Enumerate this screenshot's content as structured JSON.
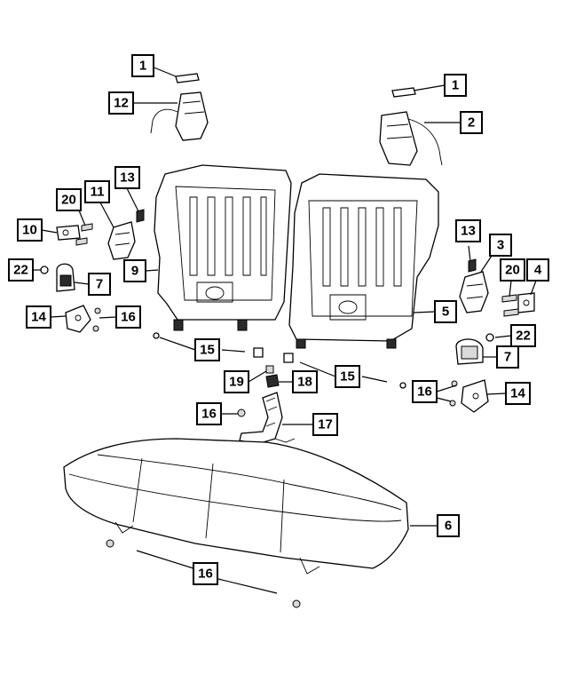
{
  "diagram": {
    "callouts": [
      {
        "id": "c1a",
        "text": "1"
      },
      {
        "id": "c12",
        "text": "12"
      },
      {
        "id": "c1b",
        "text": "1"
      },
      {
        "id": "c2",
        "text": "2"
      },
      {
        "id": "c13a",
        "text": "13"
      },
      {
        "id": "c20a",
        "text": "20"
      },
      {
        "id": "c11",
        "text": "11"
      },
      {
        "id": "c10",
        "text": "10"
      },
      {
        "id": "c9",
        "text": "9"
      },
      {
        "id": "c22a",
        "text": "22"
      },
      {
        "id": "c7a",
        "text": "7"
      },
      {
        "id": "c14a",
        "text": "14"
      },
      {
        "id": "c16a",
        "text": "16"
      },
      {
        "id": "c13b",
        "text": "13"
      },
      {
        "id": "c3",
        "text": "3"
      },
      {
        "id": "c20b",
        "text": "20"
      },
      {
        "id": "c4",
        "text": "4"
      },
      {
        "id": "c5",
        "text": "5"
      },
      {
        "id": "c22b",
        "text": "22"
      },
      {
        "id": "c7b",
        "text": "7"
      },
      {
        "id": "c15a",
        "text": "15"
      },
      {
        "id": "c19",
        "text": "19"
      },
      {
        "id": "c18",
        "text": "18"
      },
      {
        "id": "c15b",
        "text": "15"
      },
      {
        "id": "c16b",
        "text": "16"
      },
      {
        "id": "c14b",
        "text": "14"
      },
      {
        "id": "c16c",
        "text": "16"
      },
      {
        "id": "c17",
        "text": "17"
      },
      {
        "id": "c6",
        "text": "6"
      },
      {
        "id": "c16d",
        "text": "16"
      }
    ]
  }
}
